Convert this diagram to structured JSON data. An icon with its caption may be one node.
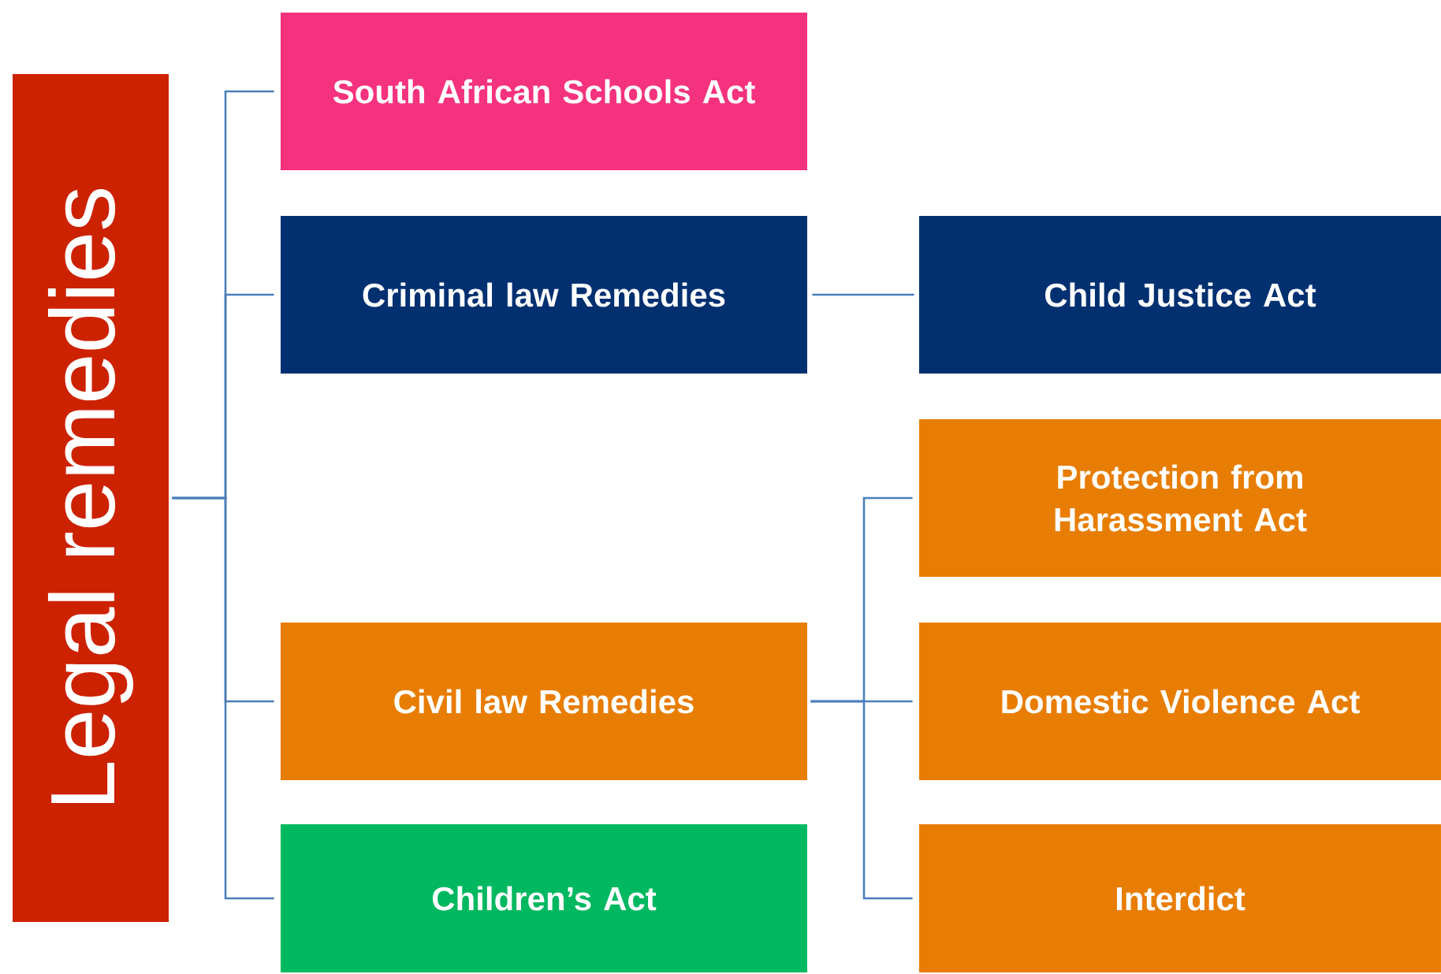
{
  "diagram": {
    "nodes": [
      {
        "text": [
          "Legal remedies"
        ]
      },
      {
        "text": [
          "South African Schools Act"
        ]
      },
      {
        "text": [
          "Criminal law Remedies"
        ]
      },
      {
        "text": [
          "Child Justice Act"
        ]
      },
      {
        "text": [
          "Civil law Remedies"
        ]
      },
      {
        "text": [
          "Children’s Act"
        ]
      },
      {
        "text": [
          "Protection from Harassment Act"
        ]
      },
      {
        "text": [
          "Domestic Violence Act"
        ]
      },
      {
        "text": [
          "Interdict"
        ]
      }
    ],
    "edges": [
      {
        "from": 0,
        "to": 1,
        "arrow": "none"
      },
      {
        "from": 0,
        "to": 2,
        "arrow": "none"
      },
      {
        "from": 0,
        "to": 4,
        "arrow": "none"
      },
      {
        "from": 0,
        "to": 5,
        "arrow": "none"
      },
      {
        "from": 2,
        "to": 3,
        "arrow": "none"
      },
      {
        "from": 4,
        "to": 6,
        "arrow": "none"
      },
      {
        "from": 4,
        "to": 7,
        "arrow": "none"
      },
      {
        "from": 4,
        "to": 8,
        "arrow": "none"
      }
    ]
  }
}
